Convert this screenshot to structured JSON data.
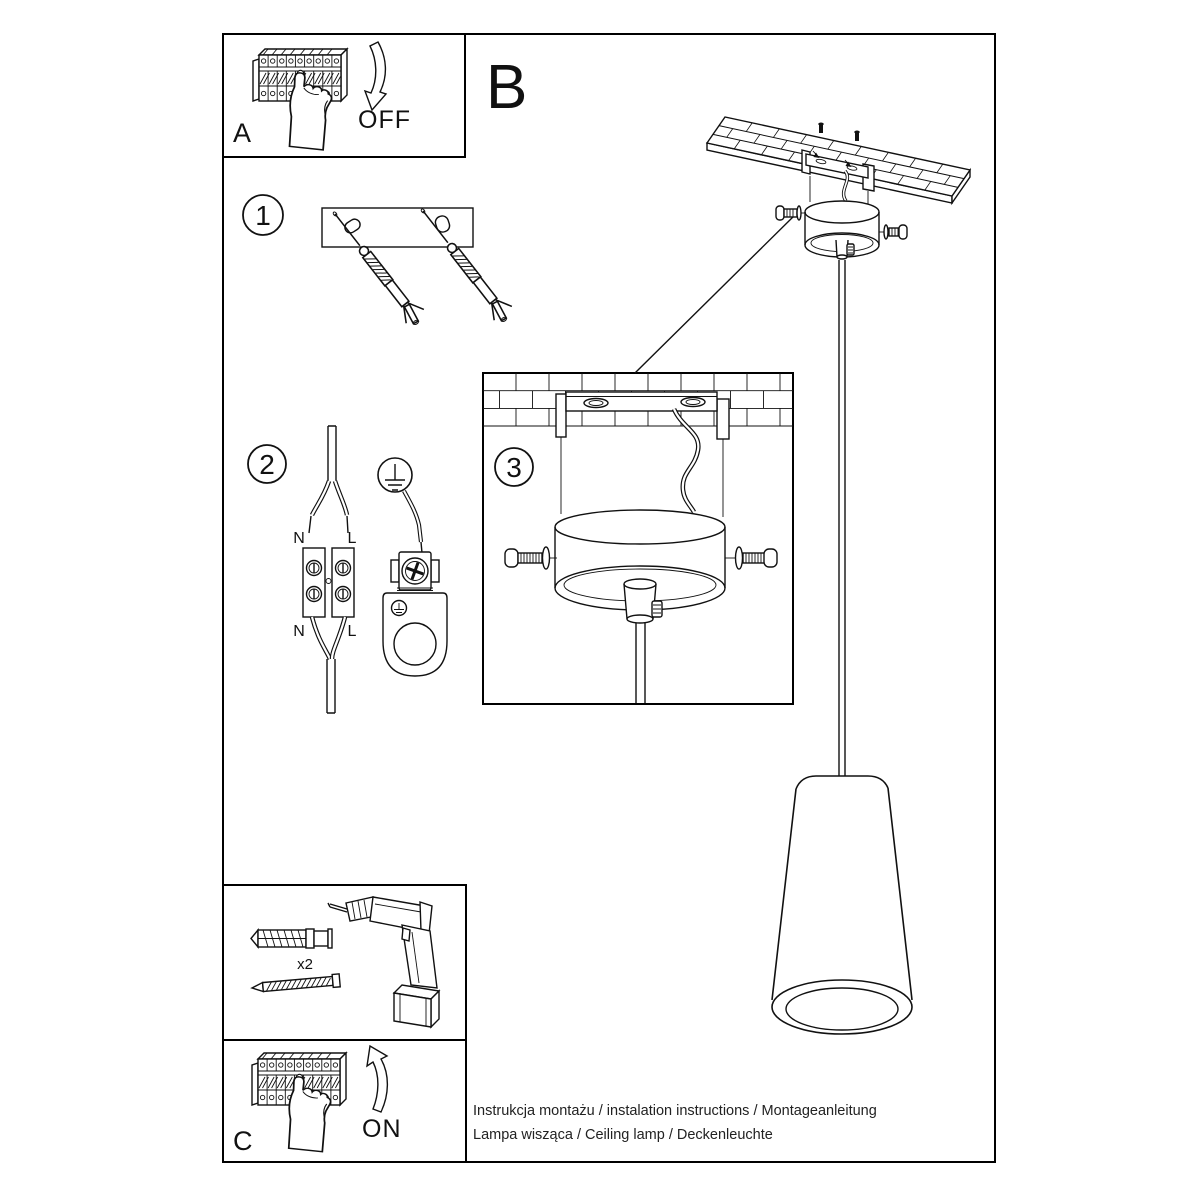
{
  "labels": {
    "box_a": "A",
    "box_b": "B",
    "box_c": "C",
    "step_1": "1",
    "step_2": "2",
    "step_3": "3",
    "switch_off": "OFF",
    "switch_on": "ON",
    "anchors_count": "x2",
    "terminal_top_left": "N",
    "terminal_top_right": "L",
    "terminal_bottom_left": "N",
    "terminal_bottom_right": "L"
  },
  "footer": {
    "line1": "Instrukcja montażu / instalation instructions / Montageanleitung",
    "line2": "Lampa wisząca / Ceiling lamp  / Deckenleuchte"
  },
  "colors": {
    "ink": "#111111",
    "paper": "#ffffff"
  }
}
